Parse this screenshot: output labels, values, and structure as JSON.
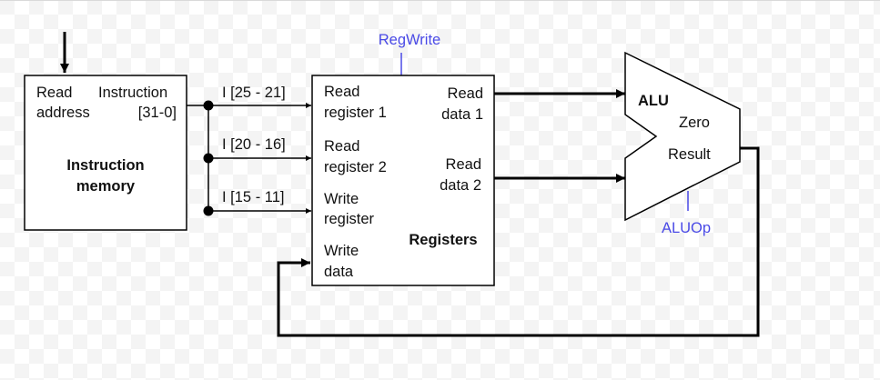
{
  "colors": {
    "background": "#ffffff",
    "checker": "#f4f4f4",
    "line": "#000000",
    "control": "#4a4ae6",
    "text": "#111111"
  },
  "instruction_memory": {
    "read_label": "Read",
    "address_label": "address",
    "instruction_label": "Instruction",
    "bits_label": "[31-0]",
    "title_line1": "Instruction",
    "title_line2": "memory"
  },
  "fields": {
    "rs": "I [25 - 21]",
    "rt": "I [20 - 16]",
    "rd": "I [15 - 11]"
  },
  "registers": {
    "read_reg1_line1": "Read",
    "read_reg1_line2": "register 1",
    "read_reg2_line1": "Read",
    "read_reg2_line2": "register 2",
    "write_reg_line1": "Write",
    "write_reg_line2": "register",
    "write_data_line1": "Write",
    "write_data_line2": "data",
    "read_data1_line1": "Read",
    "read_data1_line2": "data 1",
    "read_data2_line1": "Read",
    "read_data2_line2": "data 2",
    "title": "Registers",
    "control": "RegWrite"
  },
  "alu": {
    "title": "ALU",
    "zero": "Zero",
    "result": "Result",
    "control": "ALUOp"
  }
}
